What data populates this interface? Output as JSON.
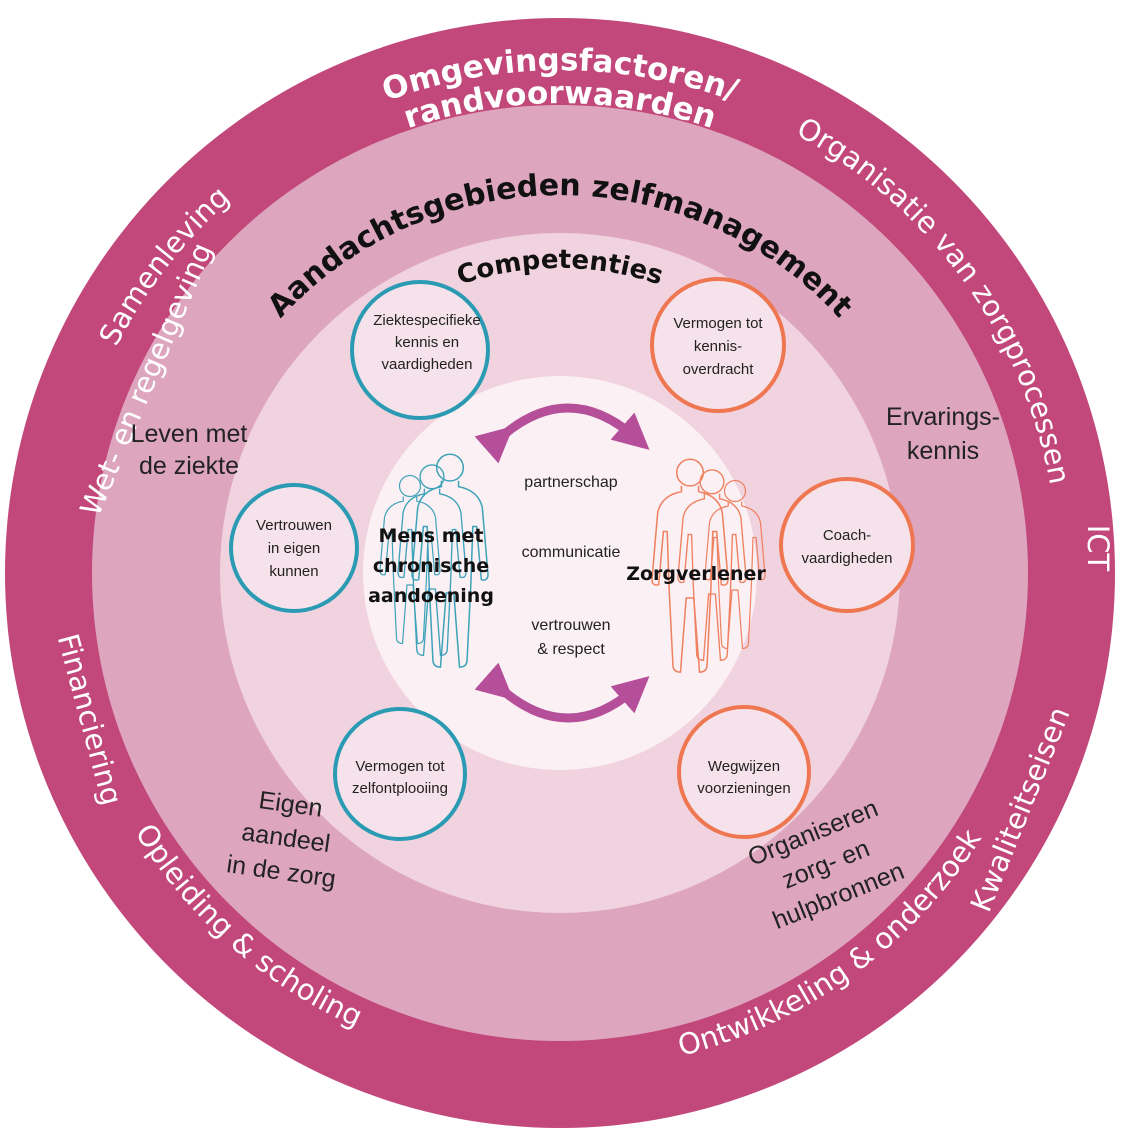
{
  "outer_ring": {
    "title_line1": "Omgevingsfactoren/",
    "title_line2": "randvoorwaarden",
    "labels": {
      "samenleving": "Samenleving",
      "organisatie": "Organisatie van zorgprocessen",
      "wet": "Wet- en regelgeving",
      "ict": "ICT",
      "financiering": "Financiering",
      "kwaliteit": "Kwaliteitseisen",
      "opleiding": "Opleiding & scholing",
      "ontwikkeling": "Ontwikkeling & onderzoek"
    }
  },
  "middle_ring": {
    "title": "Aandachtsgebieden zelfmanagement",
    "areas": {
      "leven_line1": "Leven met",
      "leven_line2": "de ziekte",
      "ervaring_line1": "Ervarings-",
      "ervaring_line2": "kennis",
      "eigen_line1": "Eigen",
      "eigen_line2": "aandeel",
      "eigen_line3": "in de zorg",
      "org_line1": "Organiseren",
      "org_line2": "zorg- en",
      "org_line3": "hulpbronnen"
    }
  },
  "competences": {
    "title": "Competenties",
    "patient": [
      {
        "lines": [
          "Ziektespecifieke",
          "kennis en",
          "vaardigheden"
        ]
      },
      {
        "lines": [
          "Vertrouwen",
          "in eigen",
          "kunnen"
        ]
      },
      {
        "lines": [
          "Vermogen tot",
          "zelfontplooiing"
        ]
      }
    ],
    "caregiver": [
      {
        "lines": [
          "Vermogen tot",
          "kennis-",
          "overdracht"
        ]
      },
      {
        "lines": [
          "Coach-",
          "vaardigheden"
        ]
      },
      {
        "lines": [
          "Wegwijzen",
          "voorzieningen"
        ]
      }
    ]
  },
  "center": {
    "partnerschap": "partnerschap",
    "communicatie": "communicatie",
    "vertrouwen_line1": "vertrouwen",
    "vertrouwen_line2": "& respect",
    "patient_line1": "Mens met",
    "patient_line2": "chronische",
    "patient_line3": "aandoening",
    "caregiver": "Zorgverlener"
  },
  "colors": {
    "outer_ring": "#c2477a",
    "middle_ring": "#dda6be",
    "inner_ring": "#f1d3df",
    "center": "#fbf0f4",
    "patient_accent": "#2b9bb4",
    "caregiver_accent": "#ee7650",
    "arrow": "#b54f99"
  }
}
